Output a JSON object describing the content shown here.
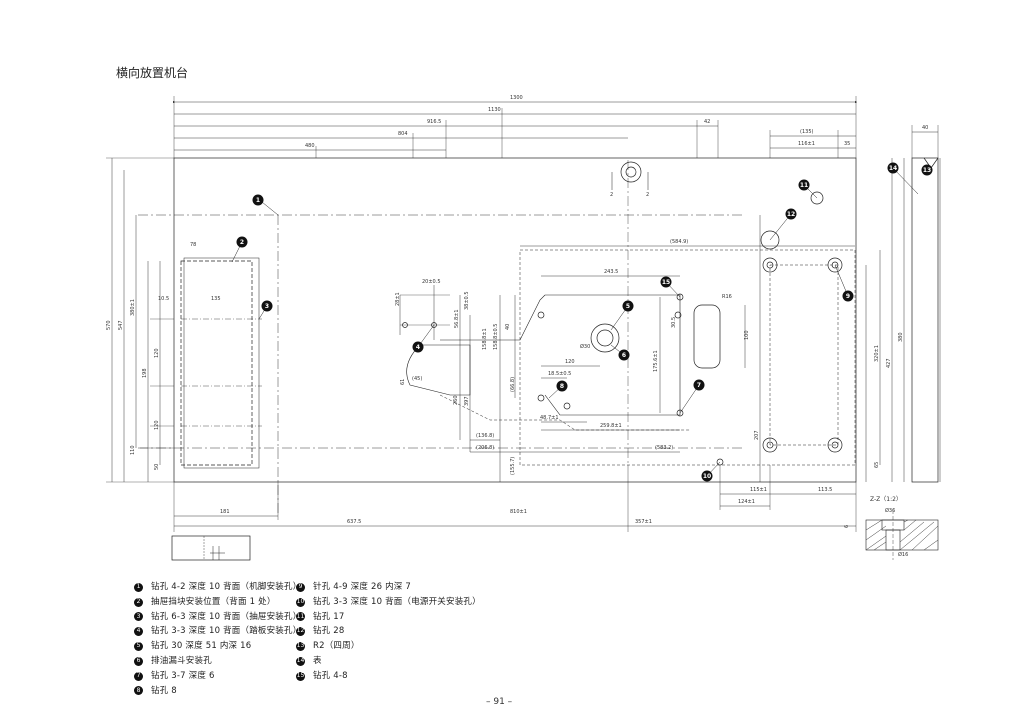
{
  "title": "横向放置机台",
  "page_number": "– 91 –",
  "section_label": "Z-Z（1:2）",
  "dims": {
    "d1300": "1300",
    "d1130": "1130",
    "d916": "916.5",
    "d804": "804",
    "d480": "480",
    "d42": "42",
    "d135": "(135)",
    "d116": "116±1",
    "d35": "35",
    "d40": "40",
    "d570": "570",
    "d547": "547",
    "d380": "380±1",
    "d198": "198",
    "d110": "110",
    "d120a": "120",
    "d120b": "120",
    "d50": "50",
    "d78": "78",
    "d105": "10.5",
    "d135b": "135",
    "d181": "181",
    "d637": "637.5",
    "d810": "810±1",
    "d357": "357±1",
    "d5849": "(584.9)",
    "d2435": "243.5",
    "d1588": "158.8±1",
    "d1588b": "158.8±0.5",
    "d40b": "40",
    "d120c": "120",
    "d1855": "18.5±0.5",
    "d1756": "175.6±1",
    "d2598": "259.8±1",
    "d4871": "48.7±1",
    "d1368": "(136.8)",
    "d2068": "(206.8)",
    "d5832": "(583.2)",
    "d1557": "(155.7)",
    "d260": "260",
    "d397": "397",
    "d2015": "20±0.5",
    "d2811": "28±1",
    "d568": "56.8±1",
    "d3810": "38±0.5",
    "d61": "61",
    "d45": "(45)",
    "d668": "(66.8)",
    "d305": "30.5",
    "d100": "100",
    "d207": "207",
    "d380b": "380",
    "d427": "427",
    "d320": "320±1",
    "d65": "65",
    "d1151": "115±1",
    "d1135": "113.5",
    "d1241": "124±1",
    "d30": "30",
    "d16": "16",
    "d6": "6",
    "d2": "2",
    "phi30": "Ø30",
    "phi36": "Ø36",
    "phi16": "Ø16",
    "r16": "R16"
  },
  "legend": [
    {
      "num": "1",
      "text": "钻孔 4-2 深度 10 背面（机脚安装孔）"
    },
    {
      "num": "2",
      "text": "抽屉挡块安装位置（背面 1 处）"
    },
    {
      "num": "3",
      "text": "钻孔 6-3 深度 10 背面（抽屉安装孔）"
    },
    {
      "num": "4",
      "text": "钻孔 3-3 深度 10 背面（踏板安装孔）"
    },
    {
      "num": "5",
      "text": "钻孔 30 深度 51 内深 16"
    },
    {
      "num": "6",
      "text": "排油漏斗安装孔"
    },
    {
      "num": "7",
      "text": "钻孔 3-7 深度 6"
    },
    {
      "num": "8",
      "text": "钻孔 8"
    },
    {
      "num": "9",
      "text": "针孔 4-9 深度 26 内深 7"
    },
    {
      "num": "10",
      "text": "钻孔 3-3 深度 10 背面（电源开关安装孔）"
    },
    {
      "num": "11",
      "text": "钻孔 17"
    },
    {
      "num": "12",
      "text": "钻孔 28"
    },
    {
      "num": "13",
      "text": "R2（四周）"
    },
    {
      "num": "14",
      "text": "表"
    },
    {
      "num": "15",
      "text": "钻孔 4-8"
    }
  ]
}
